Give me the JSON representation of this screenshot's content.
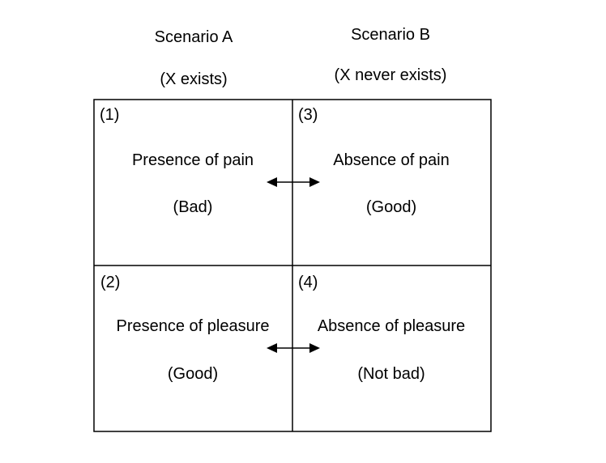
{
  "columns": [
    {
      "title": "Scenario A",
      "subtitle": "(X exists)"
    },
    {
      "title": "Scenario B",
      "subtitle": "(X never exists)"
    }
  ],
  "cells": [
    {
      "number": "(1)",
      "label": "Presence of pain",
      "value": "(Bad)"
    },
    {
      "number": "(2)",
      "label": "Presence of pleasure",
      "value": "(Good)"
    },
    {
      "number": "(3)",
      "label": "Absence of pain",
      "value": "(Good)"
    },
    {
      "number": "(4)",
      "label": "Absence of pleasure",
      "value": "(Not bad)"
    }
  ]
}
